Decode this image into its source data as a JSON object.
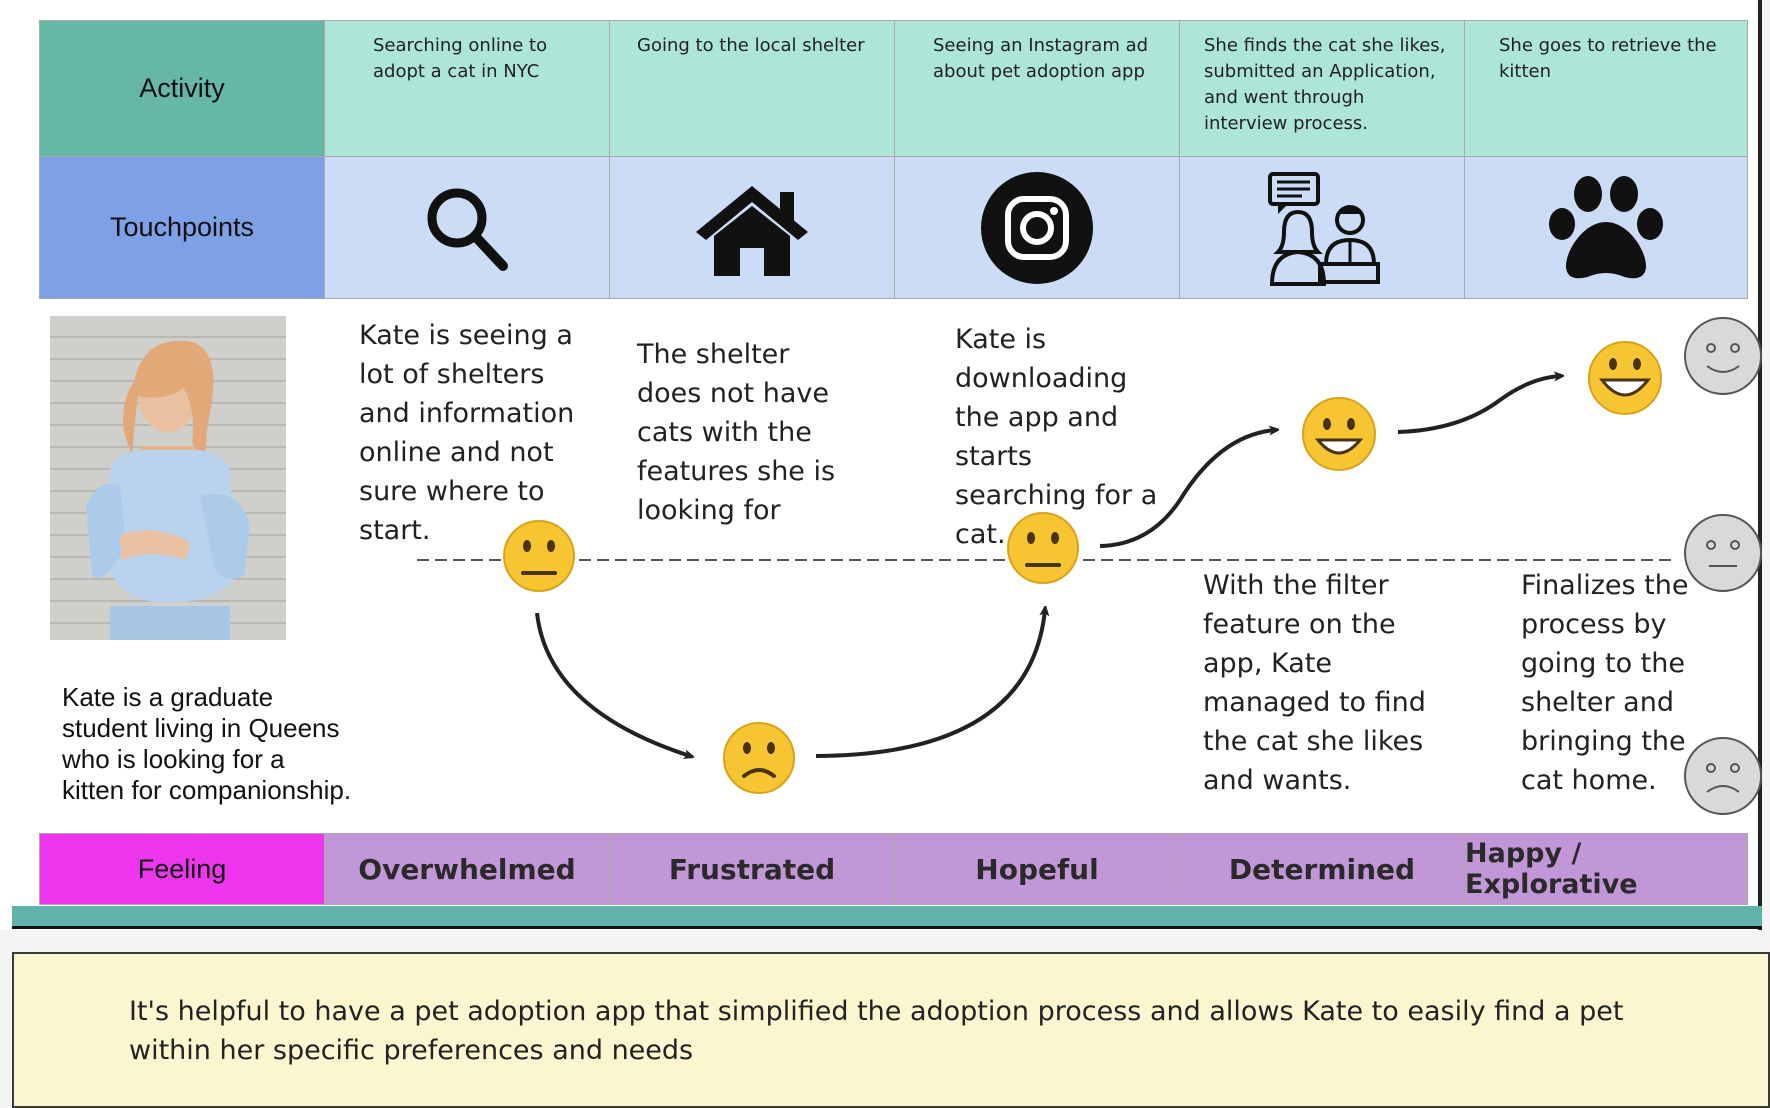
{
  "rows": {
    "activity": "Activity",
    "touchpoints": "Touchpoints",
    "feeling": "Feeling"
  },
  "stages": [
    {
      "activity": "Searching online to adopt a cat in NYC",
      "touchpoint_icon": "search-icon",
      "feeling": "Overwhelmed",
      "story": "Kate is seeing a lot of  shelters and information online and not sure where to start.",
      "emotion": "neutral"
    },
    {
      "activity": "Going to the local shelter",
      "touchpoint_icon": "house-icon",
      "feeling": "Frustrated",
      "story": "The shelter does not have cats with the features she is looking for",
      "emotion": "sad"
    },
    {
      "activity": "Seeing an Instagram ad about pet adoption app",
      "touchpoint_icon": "instagram-icon",
      "feeling": "Hopeful",
      "story": "Kate is downloading the app and starts searching for a cat.",
      "emotion": "neutral"
    },
    {
      "activity": "She finds the cat she likes, submitted an Application, and went through interview process.",
      "touchpoint_icon": "interview-icon",
      "feeling": "Determined",
      "story": "With the filter feature on the app, Kate managed to find the cat she likes and wants.",
      "emotion": "happy"
    },
    {
      "activity": "She goes to retrieve the kitten",
      "touchpoint_icon": "paw-icon",
      "feeling": "Happy / Explorative",
      "story": "Finalizes the process by going to the shelter and bringing the cat home.",
      "emotion": "very-happy"
    }
  ],
  "persona": {
    "photo_icon": "persona-photo",
    "bio": "Kate is a graduate student living in Queens who is looking for a kitten for companionship."
  },
  "emotion_scale": [
    "happy",
    "neutral",
    "sad"
  ],
  "summary": "It's helpful to have a pet adoption app that simplified the adoption process and allows Kate to easily find a pet within her specific  preferences and needs",
  "colors": {
    "activity_header": "#66b7a8",
    "activity_row": "#ade5d9",
    "touchpoints_header": "#7ea0e6",
    "touchpoints_row": "#ccdbf6",
    "feeling_header": "#ee36ee",
    "feeling_row": "#c297d8",
    "summary_bg": "#fbf6d0",
    "emoji_yellow": "#f7c531"
  }
}
